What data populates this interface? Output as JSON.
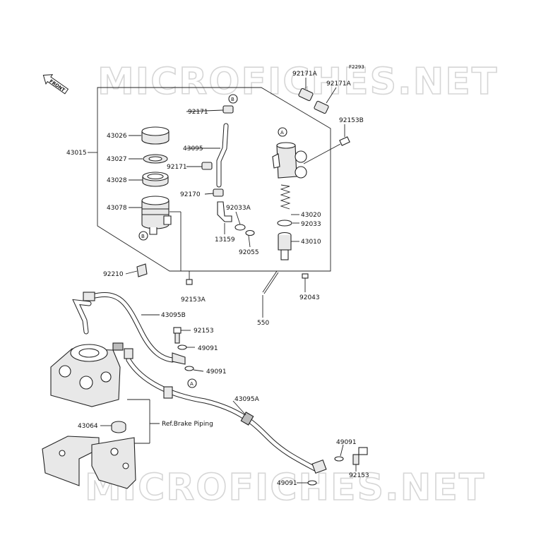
{
  "diagram": {
    "code": "F2293",
    "watermark": "MICROFICHES.NET",
    "front_label": "FRONT",
    "ref_note": "Ref.Brake Piping",
    "markers": {
      "a": "A",
      "b": "B"
    },
    "parts": {
      "p43015": "43015",
      "p43026": "43026",
      "p43027": "43027",
      "p43028": "43028",
      "p43078": "43078",
      "p92210": "92210",
      "p92153a": "92153A",
      "p92171": "92171",
      "p43095": "43095",
      "p92171b": "92171",
      "p92170": "92170",
      "p92033a": "92033A",
      "p13159": "13159",
      "p92055": "92055",
      "p92171a1": "92171A",
      "p92171a2": "92171A",
      "p92153b": "92153B",
      "p43020": "43020",
      "p92033": "92033",
      "p43010": "43010",
      "p92043": "92043",
      "p550": "550",
      "p43095b": "43095B",
      "p92153": "92153",
      "p49091a": "49091",
      "p49091b": "49091",
      "p43095a": "43095A",
      "p43064": "43064",
      "p49091c": "49091",
      "p92153c": "92153",
      "p49091d": "49091"
    }
  }
}
